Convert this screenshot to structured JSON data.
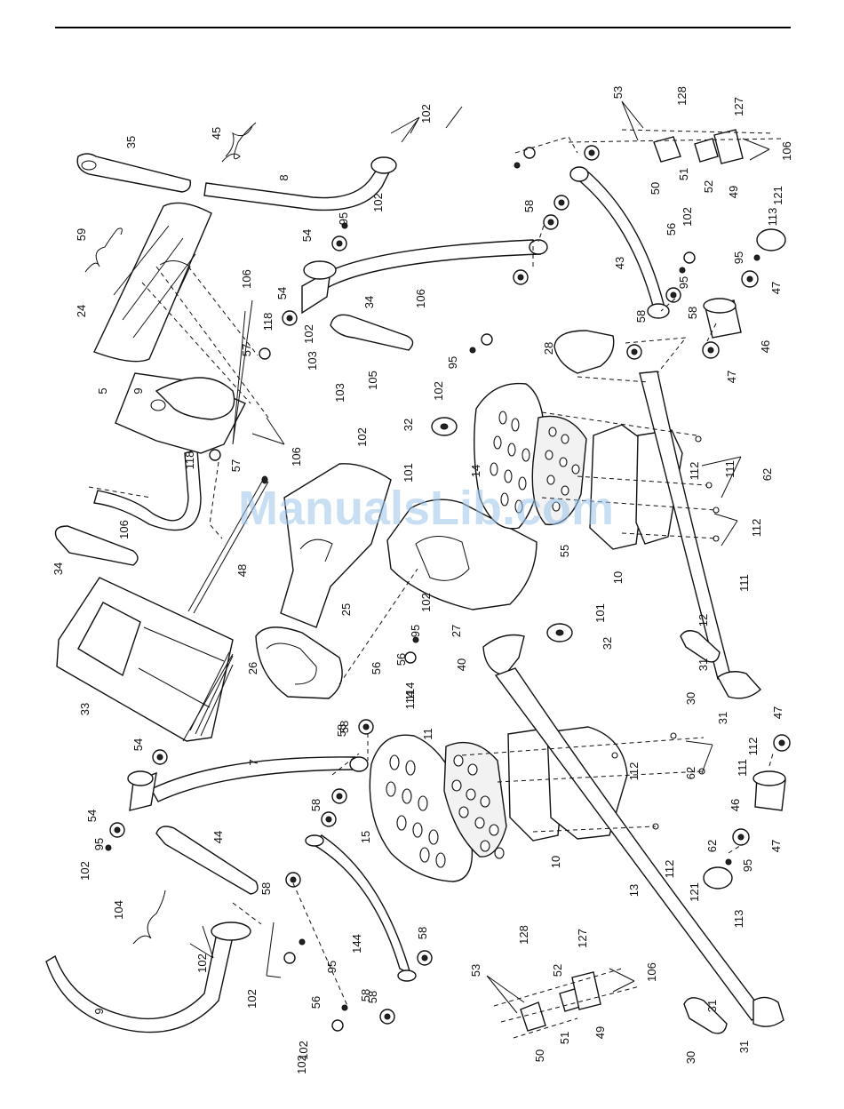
{
  "watermark": "ManualsLib.com",
  "labels": [
    {
      "n": "102"
    },
    {
      "n": "45"
    },
    {
      "n": "35"
    },
    {
      "n": "8"
    },
    {
      "n": "102"
    },
    {
      "n": "95"
    },
    {
      "n": "59"
    },
    {
      "n": "24"
    },
    {
      "n": "106"
    },
    {
      "n": "54"
    },
    {
      "n": "9"
    },
    {
      "n": "54"
    },
    {
      "n": "118"
    },
    {
      "n": "102"
    },
    {
      "n": "57"
    },
    {
      "n": "103"
    },
    {
      "n": "34"
    },
    {
      "n": "106"
    },
    {
      "n": "5"
    },
    {
      "n": "103"
    },
    {
      "n": "102"
    },
    {
      "n": "106"
    },
    {
      "n": "118"
    },
    {
      "n": "57"
    },
    {
      "n": "105"
    },
    {
      "n": "32"
    },
    {
      "n": "101"
    },
    {
      "n": "106"
    },
    {
      "n": "34"
    },
    {
      "n": "48"
    },
    {
      "n": "25"
    },
    {
      "n": "26"
    },
    {
      "n": "33"
    },
    {
      "n": "102"
    },
    {
      "n": "95"
    },
    {
      "n": "56"
    },
    {
      "n": "114"
    },
    {
      "n": "58"
    },
    {
      "n": "7"
    },
    {
      "n": "54"
    },
    {
      "n": "58"
    },
    {
      "n": "54"
    },
    {
      "n": "95"
    },
    {
      "n": "102"
    },
    {
      "n": "44"
    },
    {
      "n": "104"
    },
    {
      "n": "102"
    },
    {
      "n": "102"
    },
    {
      "n": "56"
    },
    {
      "n": "95"
    },
    {
      "n": "9"
    },
    {
      "n": "102"
    },
    {
      "n": "58"
    },
    {
      "n": "144"
    },
    {
      "n": "58"
    },
    {
      "n": "58"
    },
    {
      "n": "56"
    },
    {
      "n": "114"
    },
    {
      "n": "95"
    },
    {
      "n": "102"
    },
    {
      "n": "58"
    },
    {
      "n": "58"
    },
    {
      "n": "14"
    },
    {
      "n": "55"
    },
    {
      "n": "27"
    },
    {
      "n": "32"
    },
    {
      "n": "101"
    },
    {
      "n": "40"
    },
    {
      "n": "11"
    },
    {
      "n": "15"
    },
    {
      "n": "10"
    },
    {
      "n": "10"
    },
    {
      "n": "12"
    },
    {
      "n": "13"
    },
    {
      "n": "28"
    },
    {
      "n": "43"
    },
    {
      "n": "58"
    },
    {
      "n": "56"
    },
    {
      "n": "95"
    },
    {
      "n": "102"
    },
    {
      "n": "58"
    },
    {
      "n": "53"
    },
    {
      "n": "128"
    },
    {
      "n": "127"
    },
    {
      "n": "106"
    },
    {
      "n": "50"
    },
    {
      "n": "51"
    },
    {
      "n": "52"
    },
    {
      "n": "49"
    },
    {
      "n": "121"
    },
    {
      "n": "113"
    },
    {
      "n": "95"
    },
    {
      "n": "47"
    },
    {
      "n": "46"
    },
    {
      "n": "47"
    },
    {
      "n": "112"
    },
    {
      "n": "111"
    },
    {
      "n": "62"
    },
    {
      "n": "112"
    },
    {
      "n": "111"
    },
    {
      "n": "31"
    },
    {
      "n": "30"
    },
    {
      "n": "31"
    },
    {
      "n": "47"
    },
    {
      "n": "112"
    },
    {
      "n": "111"
    },
    {
      "n": "62"
    },
    {
      "n": "112"
    },
    {
      "n": "46"
    },
    {
      "n": "47"
    },
    {
      "n": "95"
    },
    {
      "n": "62"
    },
    {
      "n": "112"
    },
    {
      "n": "121"
    },
    {
      "n": "113"
    },
    {
      "n": "53"
    },
    {
      "n": "128"
    },
    {
      "n": "52"
    },
    {
      "n": "127"
    },
    {
      "n": "106"
    },
    {
      "n": "50"
    },
    {
      "n": "51"
    },
    {
      "n": "49"
    },
    {
      "n": "31"
    },
    {
      "n": "30"
    },
    {
      "n": "31"
    },
    {
      "n": "58"
    },
    {
      "n": "102"
    }
  ]
}
